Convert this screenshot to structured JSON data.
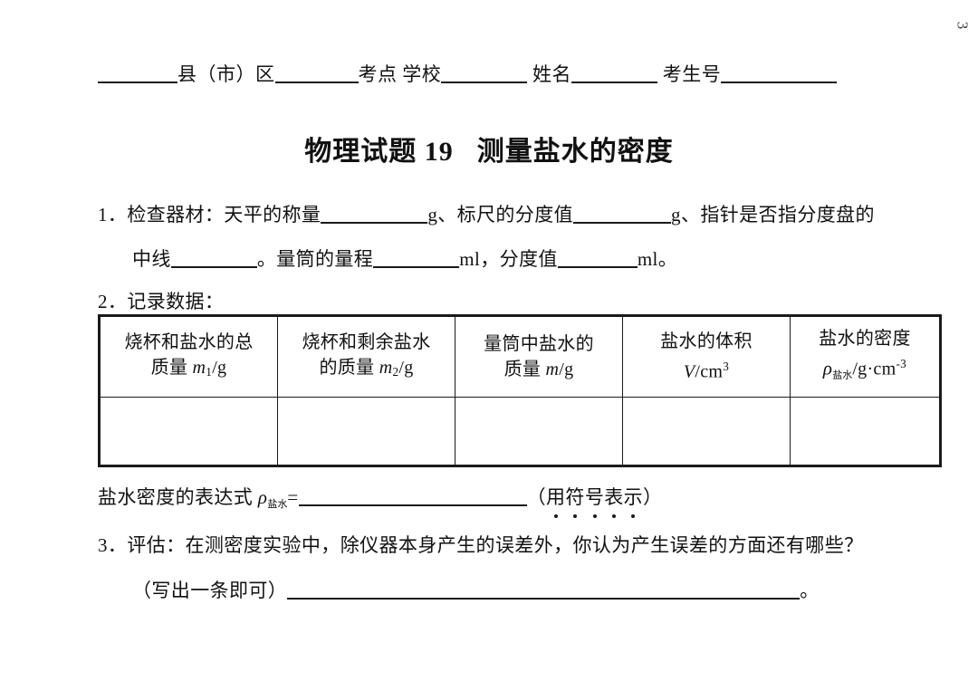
{
  "page": {
    "page_number": "3"
  },
  "exam_header": {
    "blank1": "",
    "label1": "县（市）区",
    "blank2": "",
    "label2": "考点",
    "label3": "学校",
    "blank3": "",
    "label4": "姓名",
    "blank4": "",
    "label5": "考生号",
    "blank5": ""
  },
  "title": {
    "main": "物理试题 19",
    "sub": "测量盐水的密度"
  },
  "question1": {
    "number": "1．",
    "text_a": "检查器材：天平的称量",
    "unit_a": "g",
    "text_b": "、标尺的分度值",
    "unit_b": "g",
    "text_c": "、指针是否指分度盘的",
    "text_d": "中线",
    "text_e": "。量筒的量程",
    "unit_c": "ml",
    "text_f": "，分度值",
    "unit_d": "ml",
    "text_g": "。"
  },
  "question2": {
    "number": "2．",
    "text": "记录数据："
  },
  "table": {
    "headers": [
      {
        "line1": "烧杯和盐水的总",
        "line2_pre": "质量 ",
        "line2_var": "m",
        "line2_sub": "1",
        "line2_post": "/g"
      },
      {
        "line1": "烧杯和剩余盐水",
        "line2_pre": "的质量 ",
        "line2_var": "m",
        "line2_sub": "2",
        "line2_post": "/g"
      },
      {
        "line1": "量筒中盐水的",
        "line2_pre": "质量 ",
        "line2_var": "m",
        "line2_sub": "",
        "line2_post": "/g"
      },
      {
        "line1": "盐水的体积",
        "line2_pre": "",
        "line2_var": "V",
        "line2_sub": "",
        "line2_post": "/cm",
        "line2_exp": "3"
      },
      {
        "line1": "盐水的密度",
        "line2_pre": "",
        "line2_var": "ρ",
        "line2_cnsub": "盐水",
        "line2_post": "/g·cm",
        "line2_exp": "-3"
      }
    ],
    "data_row": [
      "",
      "",
      "",
      "",
      ""
    ]
  },
  "expression": {
    "label": "盐水密度的表达式",
    "symbol": "ρ",
    "symbol_sub": "盐水",
    "equals": "=",
    "blank": "",
    "note_open": "（",
    "note": "用符号表示",
    "note_close": "）"
  },
  "question3": {
    "number": "3．",
    "text": "评估：在测密度实验中，除仪器本身产生的误差外，你认为产生误差的方面还有哪些？",
    "hint": "（写出一条即可）",
    "period": "。"
  }
}
